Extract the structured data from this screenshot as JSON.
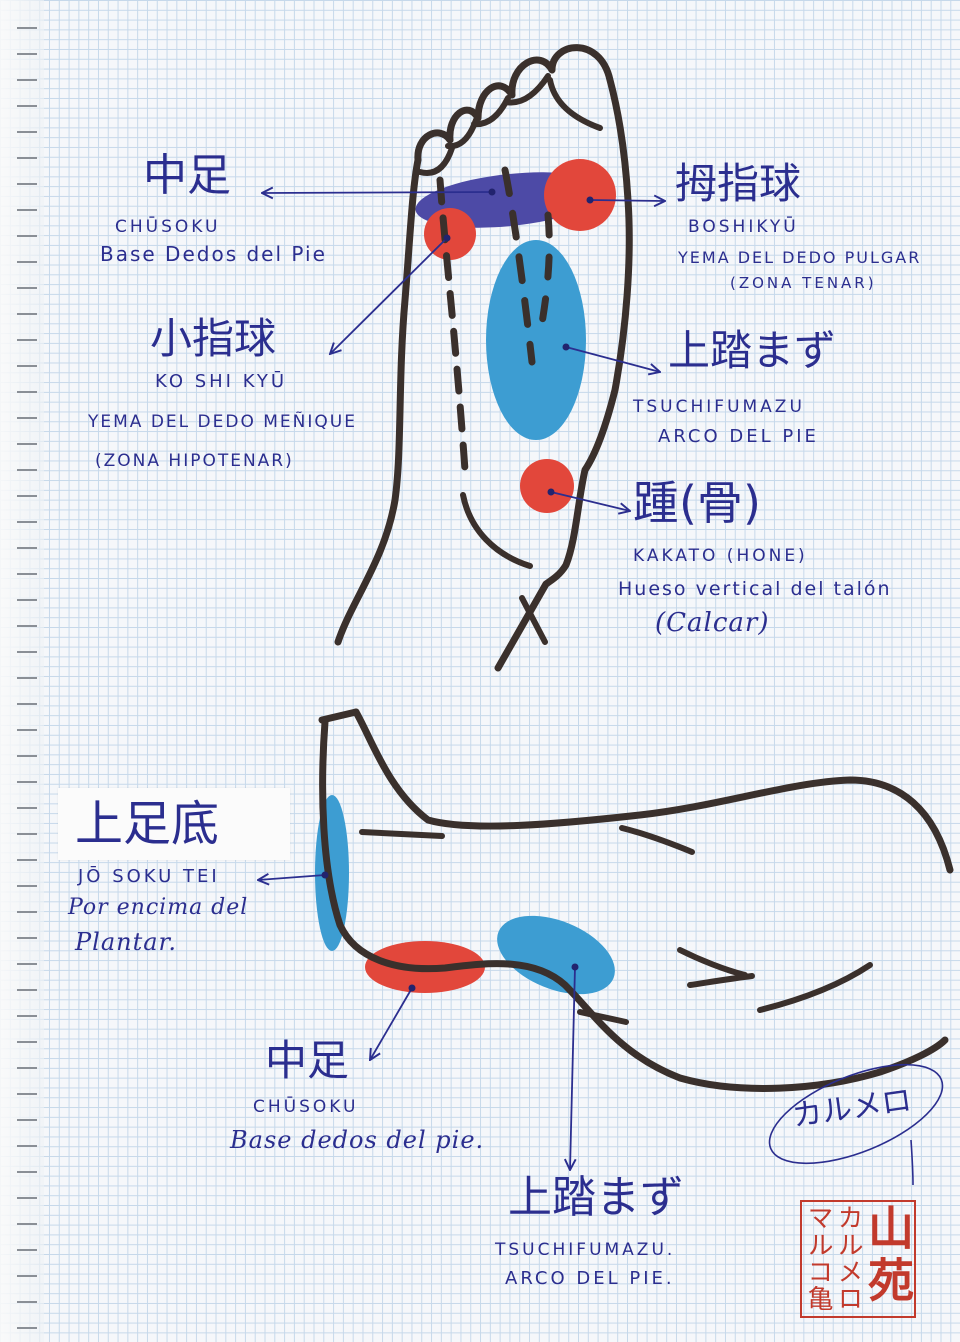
{
  "colors": {
    "ink": "#2b2e8f",
    "outline": "#3a302c",
    "red_zone": "#e2473b",
    "dark_blue_zone": "#4d4aa6",
    "light_blue_zone": "#3d9dd2",
    "stamp_red": "#c23a2c",
    "grid": "#c6d8ea",
    "paper": "#f5f7fa"
  },
  "sole_view": {
    "chusoku": {
      "kanji": "中足",
      "romaji": "CHŪSOKU",
      "spanish": "Base Dedos del Pie"
    },
    "boshikyu": {
      "kanji": "拇指球",
      "romaji": "BOSHIKYŪ",
      "spanish": "YEMA DEL DEDO PULGAR",
      "note": "(ZONA TENAR)"
    },
    "koshikyu": {
      "kanji": "小指球",
      "romaji": "KO SHI KYŪ",
      "spanish": "YEMA DEL DEDO MEÑIQUE",
      "note": "(ZONA HIPOTENAR)"
    },
    "tsuchifumazu": {
      "kanji": "上踏まず",
      "romaji": "TSUCHIFUMAZU",
      "spanish": "ARCO DEL PIE"
    },
    "kakato": {
      "kanji": "踵(骨)",
      "romaji": "KAKATO (HONE)",
      "spanish": "Hueso vertical del talón",
      "note": "(Calcar)"
    }
  },
  "side_view": {
    "josokutei": {
      "kanji": "上足底",
      "romaji": "JŌ SOKU TEI",
      "spanish_line1": "Por encima del",
      "spanish_line2": "Plantar."
    },
    "chusoku": {
      "kanji": "中足",
      "romaji": "CHŪSOKU",
      "spanish": "Base dedos del pie."
    },
    "tsuchifumazu": {
      "kanji": "上踏まず",
      "romaji": "TSUCHIFUMAZU.",
      "spanish": "ARCO DEL PIE."
    }
  },
  "signature": "カルメロ",
  "stamp": {
    "col_right": "山苑",
    "col_middle": "カルメロ",
    "col_left": "マルコ亀"
  }
}
